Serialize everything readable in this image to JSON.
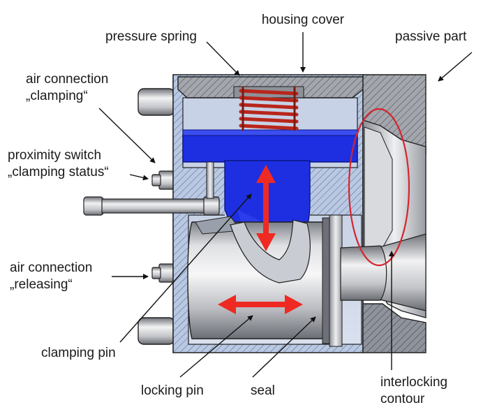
{
  "labels": {
    "housing_cover": "housing cover",
    "pressure_spring": "pressure spring",
    "passive_part": "passive part",
    "air_clamping_1": "air connection",
    "air_clamping_2": "„clamping“",
    "proximity_1": "proximity switch",
    "proximity_2": "„clamping status“",
    "air_releasing_1": "air connection",
    "air_releasing_2": "„releasing“",
    "clamping_pin": "clamping pin",
    "locking_pin": "locking pin",
    "seal": "seal",
    "interlocking_1": "interlocking",
    "interlocking_2": "contour"
  },
  "colors": {
    "housing": "#b9c9e4",
    "housing_hatch": "#5c6c86",
    "cover": "#9a9ea6",
    "piston": "#1d2fe0",
    "spring": "#b8261b",
    "arrow": "#ee2a22",
    "steel_light": "#e8e9ec",
    "steel_dark": "#8a8d94",
    "outline": "#202020",
    "highlight_ellipse": "#d3262f"
  }
}
